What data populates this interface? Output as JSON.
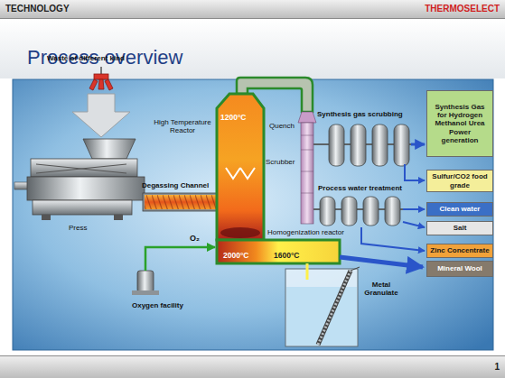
{
  "diagram": {
    "title": "Process overview",
    "nodes": [
      {
        "text": [
          "Synthesis Gas for Hydrogen Methanol Urea Power generation"
        ]
      },
      {
        "text": [
          "Sulfur/CO2 food grade"
        ]
      },
      {
        "text": [
          "Clean water"
        ]
      },
      {
        "text": [
          "Salt"
        ]
      },
      {
        "text": [
          "Zinc Concentrate"
        ]
      },
      {
        "text": [
          "Mineral Wool"
        ]
      }
    ],
    "labels": [
      "TECHNOLOGY",
      "THERMOSELECT",
      "Waste of different kind",
      "High Temperature Reactor",
      "1200°C",
      "Quench",
      "Synthesis gas scrubbing",
      "Scrubber",
      "Degassing Channel",
      "Process water treatment",
      "Press",
      "O₂",
      "Homogenization reactor",
      "2000°C",
      "1600°C",
      "Metal Granulate",
      "Oxygen facility",
      "1"
    ]
  }
}
